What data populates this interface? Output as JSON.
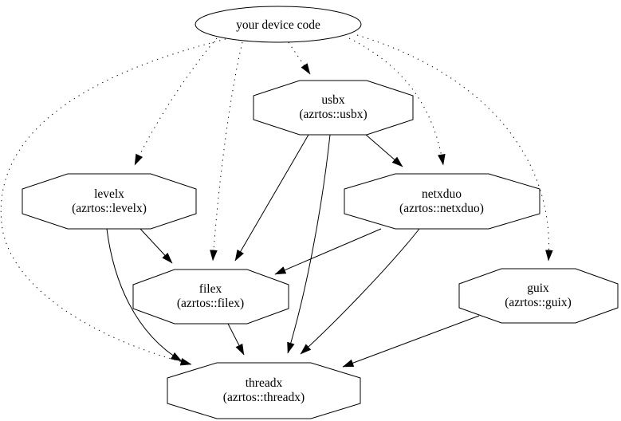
{
  "diagram": {
    "type": "dependency-graph",
    "colors": {
      "background": "#ffffff",
      "stroke": "#000000",
      "text": "#000000"
    },
    "root": {
      "id": "device_code",
      "label": "your device code",
      "shape": "ellipse"
    },
    "nodes": {
      "usbx": {
        "line1": "usbx",
        "line2": "(azrtos::usbx)",
        "shape": "octagon"
      },
      "levelx": {
        "line1": "levelx",
        "line2": "(azrtos::levelx)",
        "shape": "octagon"
      },
      "netxduo": {
        "line1": "netxduo",
        "line2": "(azrtos::netxduo)",
        "shape": "octagon"
      },
      "filex": {
        "line1": "filex",
        "line2": "(azrtos::filex)",
        "shape": "octagon"
      },
      "guix": {
        "line1": "guix",
        "line2": "(azrtos::guix)",
        "shape": "octagon"
      },
      "threadx": {
        "line1": "threadx",
        "line2": "(azrtos::threadx)",
        "shape": "octagon"
      }
    },
    "edges": [
      {
        "from": "your device code",
        "to": "usbx",
        "style": "dotted"
      },
      {
        "from": "your device code",
        "to": "levelx",
        "style": "dotted"
      },
      {
        "from": "your device code",
        "to": "netxduo",
        "style": "dotted"
      },
      {
        "from": "your device code",
        "to": "filex",
        "style": "dotted"
      },
      {
        "from": "your device code",
        "to": "guix",
        "style": "dotted"
      },
      {
        "from": "your device code",
        "to": "threadx",
        "style": "dotted"
      },
      {
        "from": "usbx",
        "to": "netxduo",
        "style": "solid"
      },
      {
        "from": "usbx",
        "to": "filex",
        "style": "solid"
      },
      {
        "from": "usbx",
        "to": "threadx",
        "style": "solid"
      },
      {
        "from": "levelx",
        "to": "filex",
        "style": "solid"
      },
      {
        "from": "levelx",
        "to": "threadx",
        "style": "solid"
      },
      {
        "from": "netxduo",
        "to": "filex",
        "style": "solid"
      },
      {
        "from": "netxduo",
        "to": "threadx",
        "style": "solid"
      },
      {
        "from": "filex",
        "to": "threadx",
        "style": "solid"
      },
      {
        "from": "guix",
        "to": "threadx",
        "style": "solid"
      }
    ]
  }
}
